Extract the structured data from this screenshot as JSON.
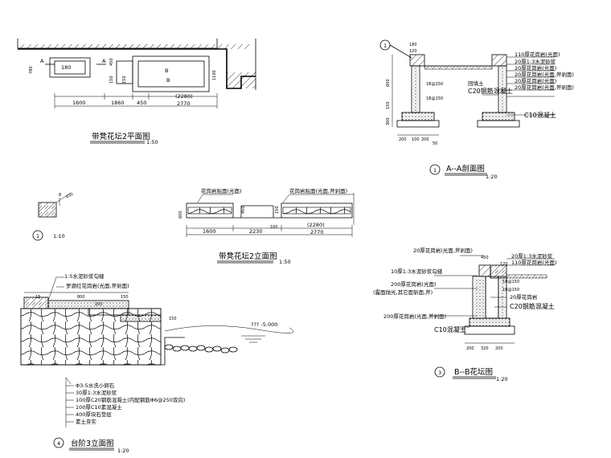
{
  "plan": {
    "title": "带凳花坛2平面图",
    "scale": "1:50",
    "dims": [
      "1600",
      "1860",
      "450",
      "(2280)",
      "2770"
    ],
    "left_dims": [
      "780",
      "180"
    ],
    "inner_dims": [
      "450",
      "150",
      "150",
      "1100"
    ],
    "section_marks": [
      "A",
      "A",
      "B",
      "B"
    ]
  },
  "sectionA": {
    "callout": "1",
    "title": "A--A剖面图",
    "scale": "1:20",
    "top_dims": [
      "180",
      "120"
    ],
    "left_dims": [
      "600",
      "150",
      "300"
    ],
    "bottom_dims": [
      "200",
      "100",
      "200",
      "50"
    ],
    "inner_labels": [
      "1B@150",
      "1B@150"
    ],
    "labels": [
      "110厚花岗岩(光面)",
      "20厚1:3水泥砂浆",
      "20厚花岗岩(光面)",
      "20厚花岗岩(光面,斧剁面)",
      "C20钢筋混凝土",
      "回填土",
      "20厚花岗岩(光面)",
      "20厚花岗岩(光面,斧剁面)",
      "C10混凝土"
    ]
  },
  "detail1": {
    "callout": "1",
    "scale": "1:10",
    "dims": [
      "8",
      "450"
    ]
  },
  "elevation": {
    "title": "带凳花坛2立面图",
    "scale": "1:50",
    "label_left": "花岗岩贴面(光面)",
    "label_right": "花岗岩贴面(光面,斧剁面)",
    "dims": [
      "1600",
      "2230",
      "(2280)",
      "2770"
    ],
    "side_dims": [
      "600",
      "450",
      "150",
      "100"
    ]
  },
  "sectionB": {
    "callout": "3",
    "title": "B--B花坛图",
    "scale": "1:20",
    "labels_left": [
      "20厚花岗岩(光面,斧剁面)",
      "10厚1:3水泥砂浆勾缝",
      "200厚花岗岩(光面)",
      "(露面抛光,其它面斩面,斧)",
      "200厚花岗岩(光面,斧剁面)",
      "C10混凝土"
    ],
    "labels_right": [
      "20厚1:3水泥砂浆",
      "110厚花岗岩(光面)",
      "20厚花岗岩",
      "C20钢筋混凝土"
    ],
    "top_dims": [
      "450",
      "120"
    ],
    "inner_labels": [
      "1B@150",
      "1B@150"
    ],
    "bottom_dims": [
      "200",
      "320",
      "200"
    ]
  },
  "sectionStep": {
    "callout": "4",
    "title": "台阶3立面图",
    "scale": "1:20",
    "top_labels": [
      "1:5水泥砂浆勾缝",
      "罗源红花岗岩(光面,斧剁面)"
    ],
    "top_dims": [
      "15",
      "800",
      "150"
    ],
    "left_dims": [
      "100",
      "150"
    ],
    "water_level": "??? -5.000",
    "layers": [
      "Φ3-5水洗小卵石",
      "30厚1:3水泥砂浆",
      "100厚C20钢筋混凝土(内配钢筋Φ6@250双向)",
      "100厚C10素混凝土",
      "400厚块石垫层",
      "素土夯实"
    ]
  }
}
